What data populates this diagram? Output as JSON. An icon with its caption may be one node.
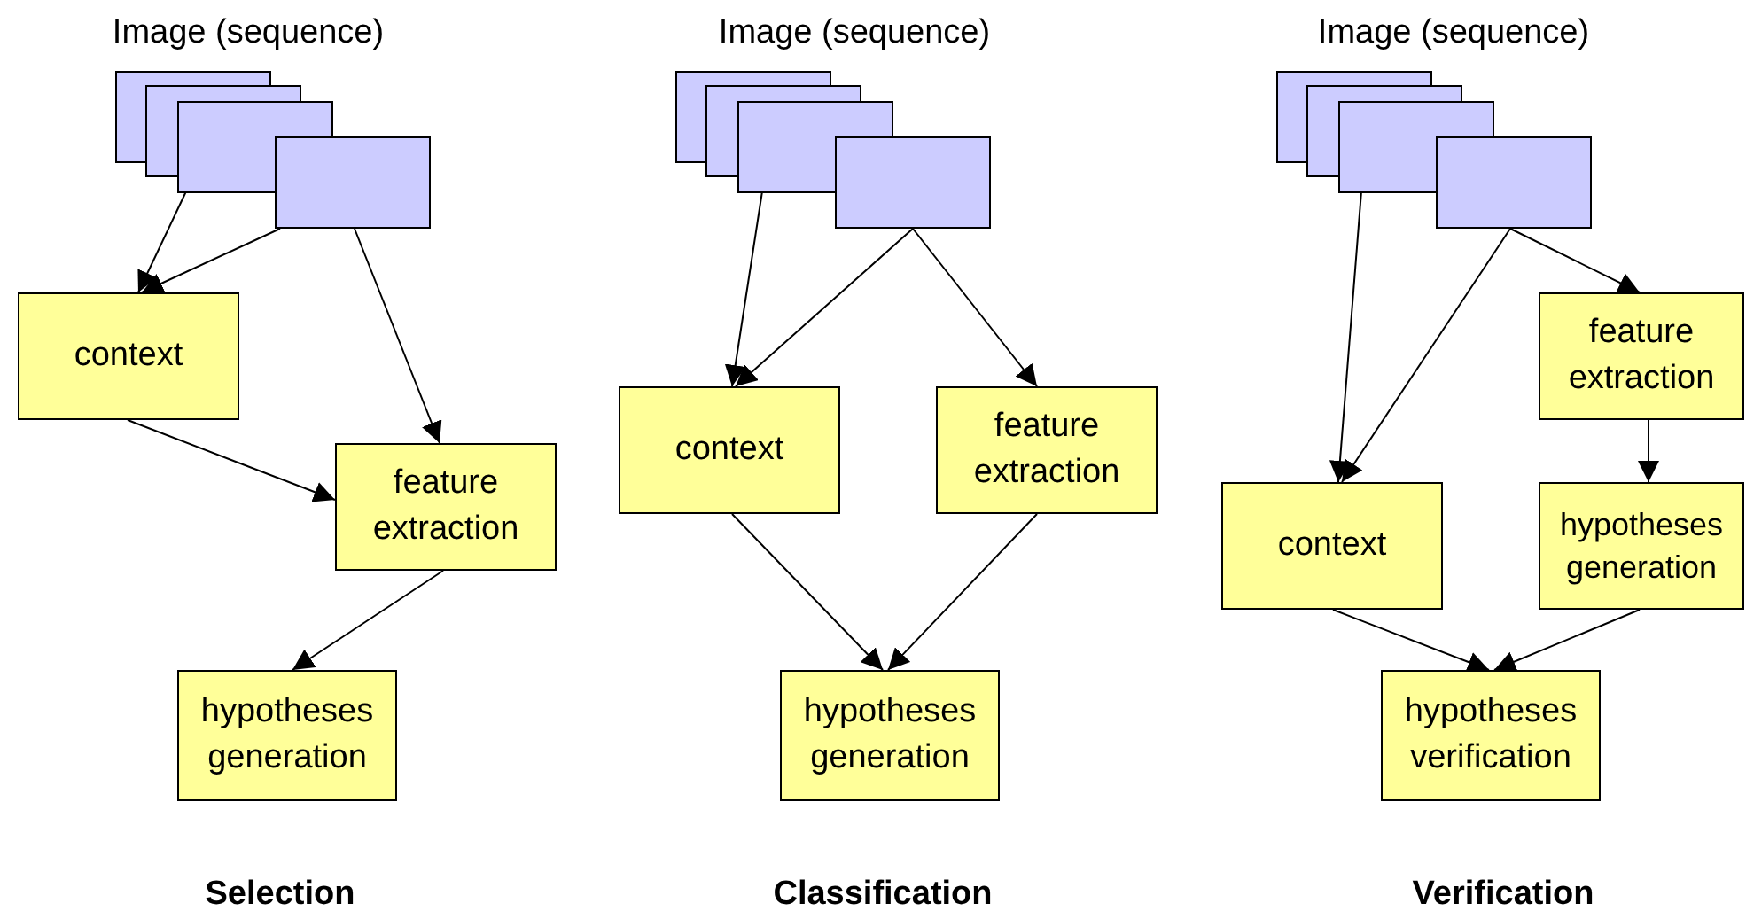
{
  "diagram": {
    "nodes": [
      {
        "text": [
          "Image (sequence)"
        ]
      },
      {
        "text": [
          "context"
        ]
      },
      {
        "text": [
          "feature extraction"
        ]
      },
      {
        "text": [
          "hypotheses generation"
        ]
      },
      {
        "text": [
          "Image (sequence)"
        ]
      },
      {
        "text": [
          "context"
        ]
      },
      {
        "text": [
          "feature extraction"
        ]
      },
      {
        "text": [
          "hypotheses generation"
        ]
      },
      {
        "text": [
          "Image (sequence)"
        ]
      },
      {
        "text": [
          "feature extraction"
        ]
      },
      {
        "text": [
          "context"
        ]
      },
      {
        "text": [
          "hypotheses generation"
        ]
      },
      {
        "text": [
          "hypotheses verification"
        ]
      }
    ],
    "edges": [
      {
        "from": 0,
        "to": 1,
        "arrow": "to"
      },
      {
        "from": 0,
        "to": 1,
        "arrow": "to"
      },
      {
        "from": 0,
        "to": 2,
        "arrow": "to"
      },
      {
        "from": 1,
        "to": 2,
        "arrow": "to"
      },
      {
        "from": 2,
        "to": 3,
        "arrow": "to"
      },
      {
        "from": 4,
        "to": 5,
        "arrow": "to"
      },
      {
        "from": 4,
        "to": 5,
        "arrow": "to"
      },
      {
        "from": 4,
        "to": 6,
        "arrow": "to"
      },
      {
        "from": 5,
        "to": 7,
        "arrow": "to"
      },
      {
        "from": 6,
        "to": 7,
        "arrow": "to"
      },
      {
        "from": 8,
        "to": 10,
        "arrow": "to"
      },
      {
        "from": 8,
        "to": 10,
        "arrow": "to"
      },
      {
        "from": 8,
        "to": 9,
        "arrow": "to"
      },
      {
        "from": 9,
        "to": 11,
        "arrow": "to"
      },
      {
        "from": 10,
        "to": 12,
        "arrow": "to"
      },
      {
        "from": 11,
        "to": 12,
        "arrow": "to"
      }
    ],
    "labels": [
      "Selection",
      "Classification",
      "Verification"
    ]
  }
}
